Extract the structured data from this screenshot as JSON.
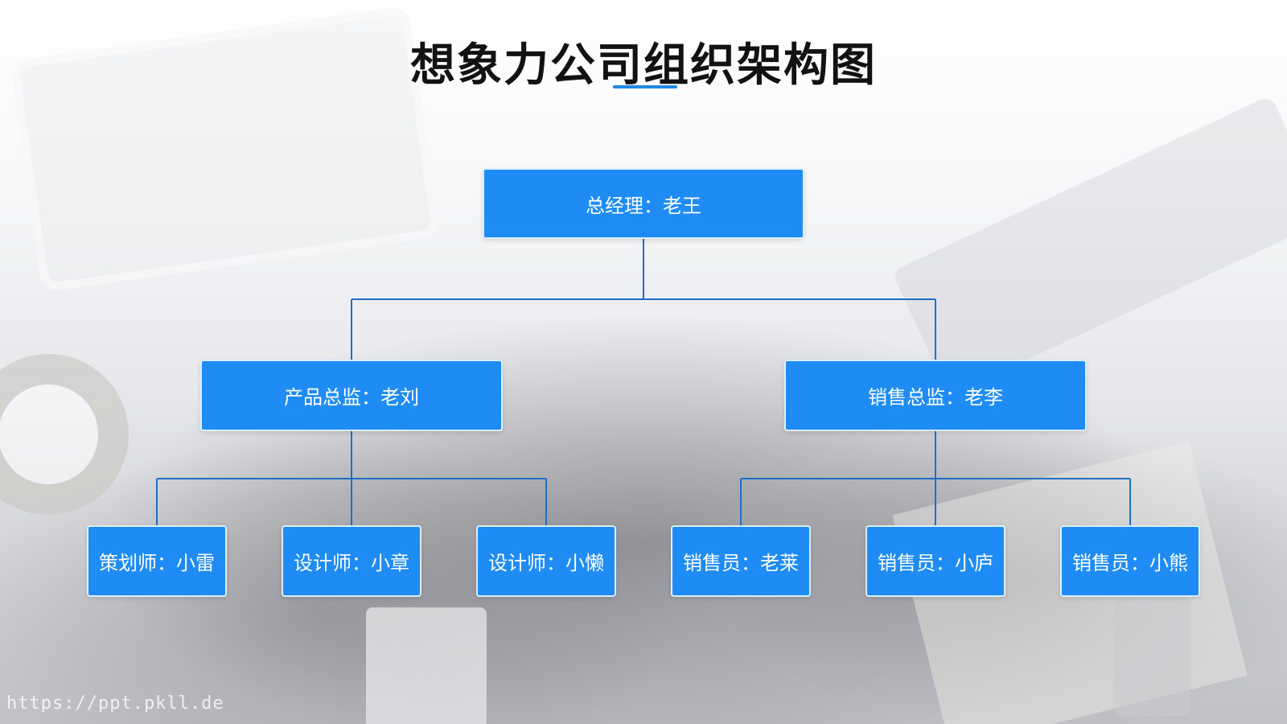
{
  "title": "想象力公司组织架构图",
  "colors": {
    "node_fill": "#1f8cf5",
    "connector": "#1f6fc5",
    "accent_underline": "#1e88e5"
  },
  "org": {
    "root": {
      "label": "总经理：老王"
    },
    "directors": [
      {
        "label": "产品总监：老刘",
        "members": [
          {
            "label": "策划师：小雷"
          },
          {
            "label": "设计师：小章"
          },
          {
            "label": "设计师：小懒"
          }
        ]
      },
      {
        "label": "销售总监：老李",
        "members": [
          {
            "label": "销售员：老莱"
          },
          {
            "label": "销售员：小庐"
          },
          {
            "label": "销售员：小熊"
          }
        ]
      }
    ]
  },
  "watermark": "https://ppt.pkll.de"
}
